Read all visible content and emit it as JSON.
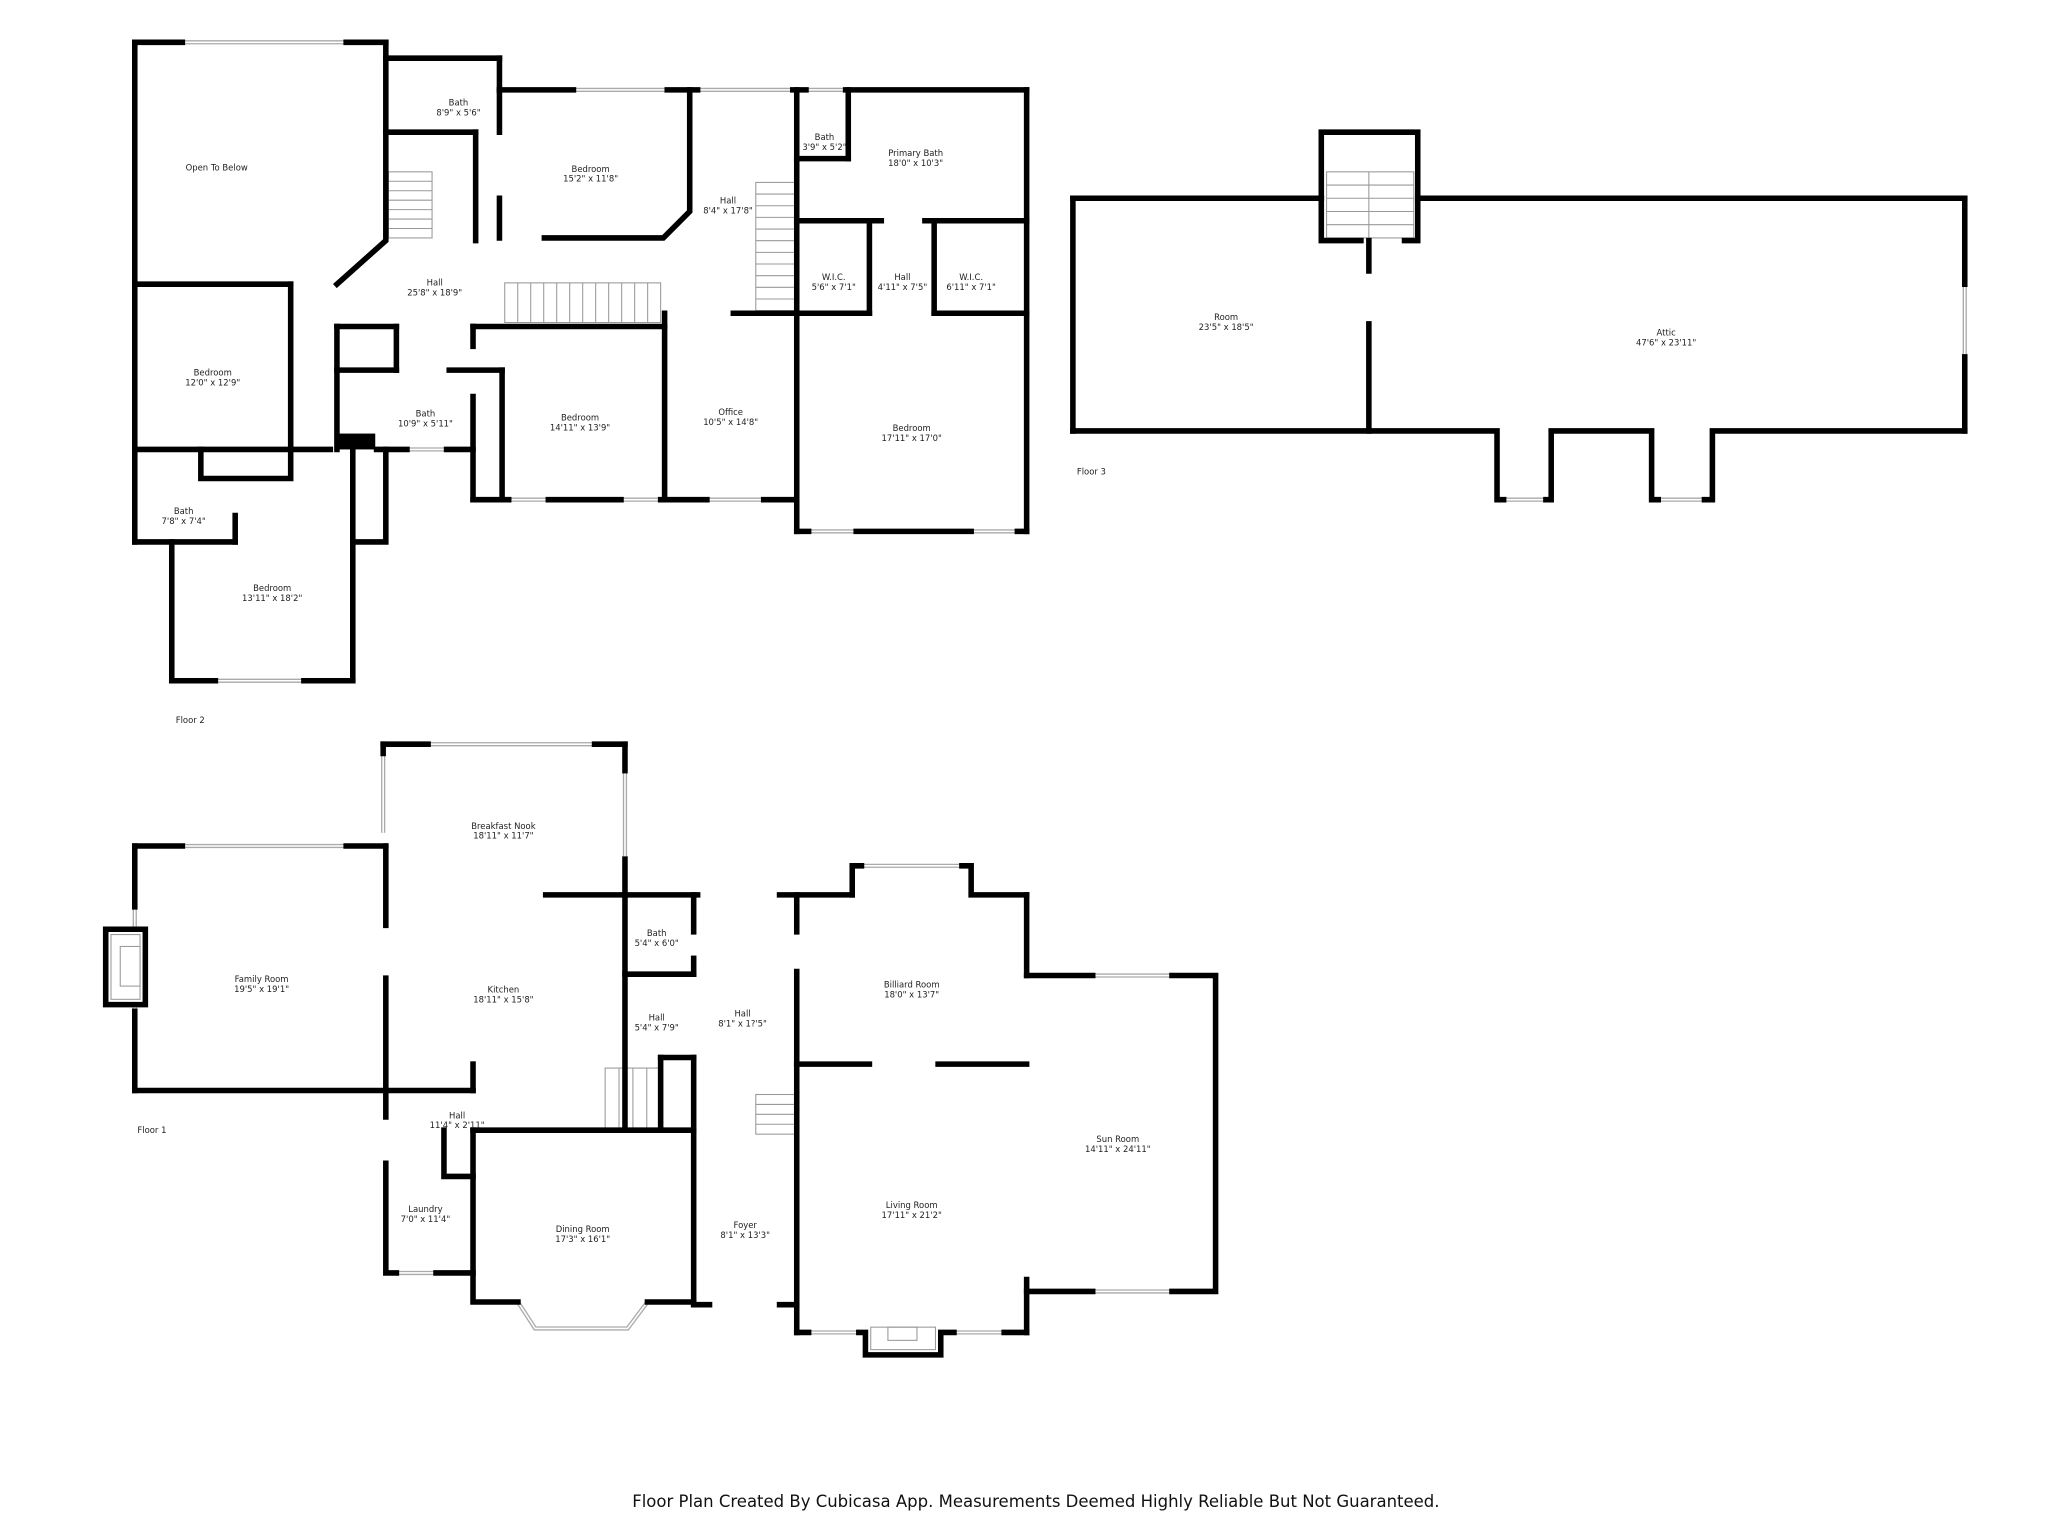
{
  "floors": [
    {
      "label": "Floor 2",
      "rooms": [
        {
          "name": "Open To Below",
          "dims": ""
        },
        {
          "name": "Bath",
          "dims": "8'9\" x 5'6\""
        },
        {
          "name": "Bedroom",
          "dims": "15'2\" x 11'8\""
        },
        {
          "name": "Hall",
          "dims": "8'4\" x 17'8\""
        },
        {
          "name": "Bath",
          "dims": "3'9\" x 5'2\""
        },
        {
          "name": "Primary Bath",
          "dims": "18'0\" x 10'3\""
        },
        {
          "name": "W.I.C.",
          "dims": "5'6\" x 7'1\""
        },
        {
          "name": "Hall",
          "dims": "4'11\" x 7'5\""
        },
        {
          "name": "W.I.C.",
          "dims": "6'11\" x 7'1\""
        },
        {
          "name": "Hall",
          "dims": "25'8\" x 18'9\""
        },
        {
          "name": "Bedroom",
          "dims": "12'0\" x 12'9\""
        },
        {
          "name": "Bath",
          "dims": "10'9\" x 5'11\""
        },
        {
          "name": "Bedroom",
          "dims": "14'11\" x 13'9\""
        },
        {
          "name": "Office",
          "dims": "10'5\" x 14'8\""
        },
        {
          "name": "Bedroom",
          "dims": "17'11\" x 17'0\""
        },
        {
          "name": "Bath",
          "dims": "7'8\" x 7'4\""
        },
        {
          "name": "Bedroom",
          "dims": "13'11\" x 18'2\""
        }
      ]
    },
    {
      "label": "Floor 3",
      "rooms": [
        {
          "name": "Room",
          "dims": "23'5\" x 18'5\""
        },
        {
          "name": "Attic",
          "dims": "47'6\" x 23'11\""
        }
      ]
    },
    {
      "label": "Floor 1",
      "rooms": [
        {
          "name": "Breakfast Nook",
          "dims": "18'11\" x 11'7\""
        },
        {
          "name": "Family Room",
          "dims": "19'5\" x 19'1\""
        },
        {
          "name": "Kitchen",
          "dims": "18'11\" x 15'8\""
        },
        {
          "name": "Bath",
          "dims": "5'4\" x 6'0\""
        },
        {
          "name": "Hall",
          "dims": "5'4\" x 7'9\""
        },
        {
          "name": "Hall",
          "dims": "8'1\" x 1?'5\""
        },
        {
          "name": "Billiard Room",
          "dims": "18'0\" x 13'7\""
        },
        {
          "name": "Sun Room",
          "dims": "14'11\" x 24'11\""
        },
        {
          "name": "Hall",
          "dims": "11'4\" x 2'11\""
        },
        {
          "name": "Laundry",
          "dims": "7'0\" x 11'4\""
        },
        {
          "name": "Dining Room",
          "dims": "17'3\" x 16'1\""
        },
        {
          "name": "Foyer",
          "dims": "8'1\" x 13'3\""
        },
        {
          "name": "Living Room",
          "dims": "17'11\" x 21'2\""
        }
      ]
    }
  ],
  "footer": "Floor Plan Created By Cubicasa App. Measurements Deemed Highly Reliable But Not Guaranteed."
}
